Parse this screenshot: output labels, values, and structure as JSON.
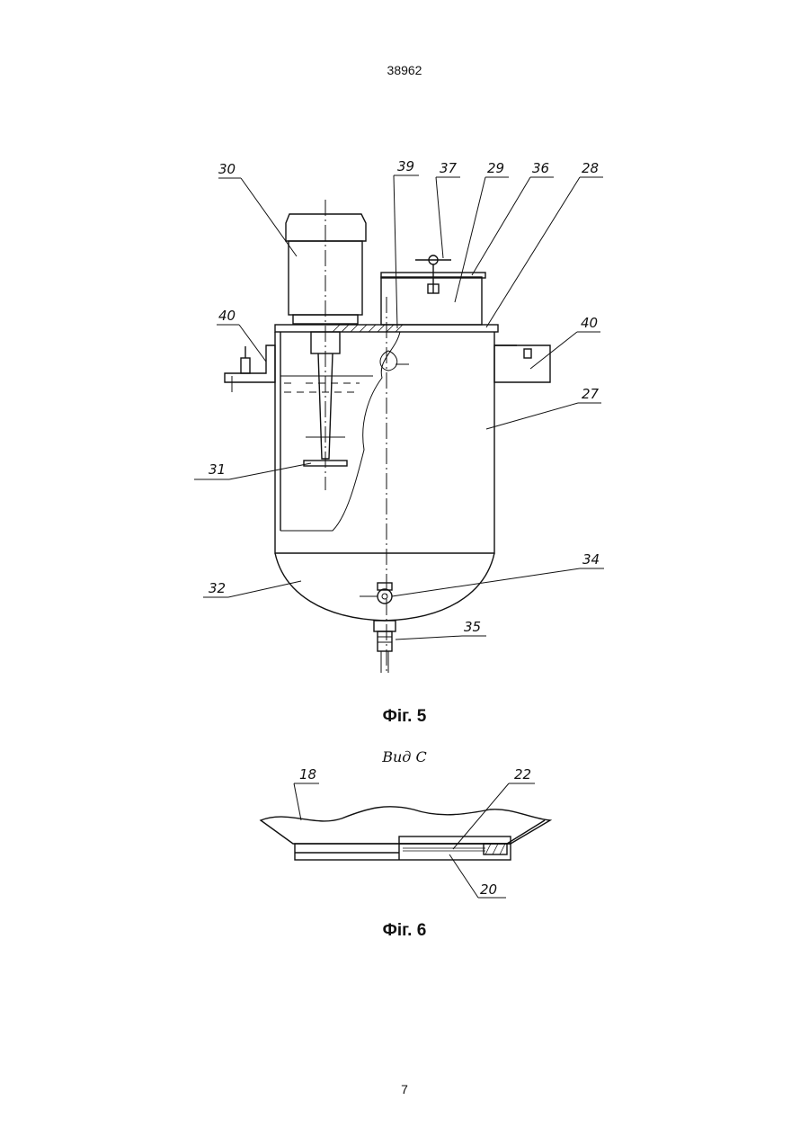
{
  "header": {
    "doc_number": "38962"
  },
  "figure5": {
    "caption": "Фіг. 5",
    "labels": [
      "30",
      "39",
      "37",
      "29",
      "36",
      "28",
      "40",
      "40",
      "27",
      "31",
      "32",
      "34",
      "35"
    ]
  },
  "figure6": {
    "view_title": "Вид С",
    "caption": "Фіг. 6",
    "labels": [
      "18",
      "22",
      "20"
    ]
  },
  "footer": {
    "page_number": "7"
  }
}
